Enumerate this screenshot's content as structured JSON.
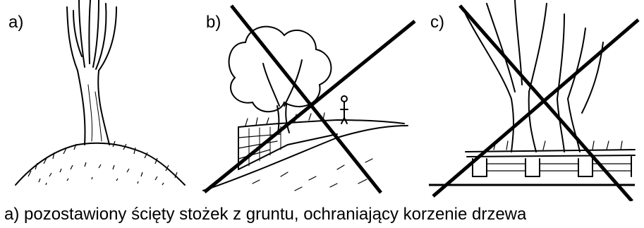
{
  "panels": [
    {
      "label": "a)",
      "drawing": "tree-on-cut-soil-cone",
      "crossed_out": false
    },
    {
      "label": "b)",
      "drawing": "tree-on-retaining-wall-slope",
      "crossed_out": true
    },
    {
      "label": "c)",
      "drawing": "trees-in-raised-planter",
      "crossed_out": true
    }
  ],
  "caption": "a) pozostawiony ścięty stożek z gruntu, ochraniający korzenie drzewa",
  "colors": {
    "ink": "#000000",
    "background": "#ffffff"
  }
}
